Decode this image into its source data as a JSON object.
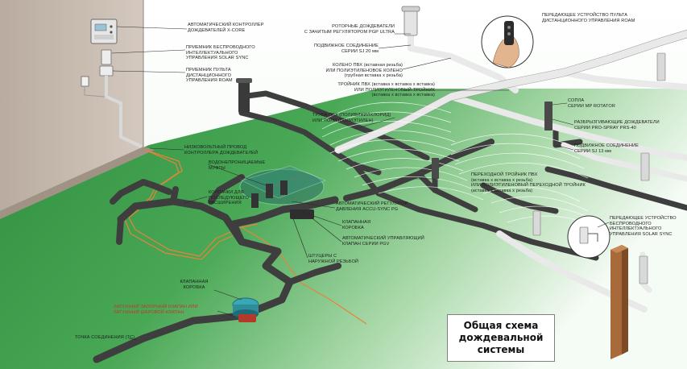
{
  "title": {
    "lines": [
      "Общая схема",
      "дождевальной",
      "системы"
    ]
  },
  "labels": {
    "controller": [
      "АВТОМАТИЧЕСКИЙ КОНТРОЛЛЕР",
      "ДОЖДЕВАТЕЛЕЙ X-CORE"
    ],
    "wireless_receiver": [
      "ПРИЕМНИК БЕСПРОВОДНОГО",
      "ИНТЕЛЛЕКТУАЛЬНОГО",
      "УПРАВЛЕНИЯ SOLAR SYNC"
    ],
    "remote_receiver": [
      "ПРИЕМНИК ПУЛЬТА",
      "ДИСТАНЦИОННОГО",
      "УПРАВЛЕНИЯ ROAM"
    ],
    "rotor": [
      "РОТОРНЫЕ ДОЖДЕВАТЕЛИ",
      "С ЗАЧИТЫМ РЕГУЛЯТОРОМ PGP ULTRA"
    ],
    "flex_connection_top": [
      "ПОДВИЖНОЕ СОЕДИНЕНИЕ",
      "СЕРИИ SJ 20 мм"
    ],
    "elbow": [
      "КОЛЕНО ПВХ (вставная резьба)",
      "ИЛИ ПОЛИЭТИЛЕНОВОЕ КОЛЕНО",
      "(трубная вставка х резьба)"
    ],
    "tee_top": [
      "ТРОЙНИК ПВХ (вставка х вставка х вставка)",
      "ИЛИ ПОЛИЭТИЛЕНОВЫЙ ТРОЙНИК",
      "(вставка х вставка х вставка)"
    ],
    "remote_transmitter": [
      "ПЕРЕДАЮЩЕЕ УСТРОЙСТВО ПУЛЬТА",
      "ДИСТАНЦИОННОГО УПРАВЛЕНИЯ ROAM"
    ],
    "pipe": [
      "ТРУБА ПВХ (ПОЛИВИНИЛХЛОРИД)",
      "ИЛИ ПОЛИ (ПОЛИЭТИЛЕН)"
    ],
    "nozzle": [
      "СОПЛА",
      "СЕРИИ MP ROTATOR"
    ],
    "spray": [
      "РАЗБРЫЗГИВАЮЩИЕ ДОЖДЕВАТЕЛИ",
      "СЕРИИ PRO-SPRAY PRS-40"
    ],
    "flex_connection_right": [
      "ПОДВИЖНОЕ СОЕДИНЕНИЕ",
      "СЕРИИ SJ 13 мм"
    ],
    "low_voltage_wire": [
      "НИЗКОВОЛЬТНЫЙ ПРОВОД",
      "КОНТРОЛЛЕРА ДОЖДЕВАТЕЛЕЙ"
    ],
    "waterproof_connectors": [
      "ВОДОНЕПРОНИЦАЕМЫЕ",
      "МУФТЫ"
    ],
    "caps": [
      "КОЛПАЧКИ ДЛЯ",
      "ПОСЛЕДУЮЩЕГО",
      "РАСШИРЕНИЯ"
    ],
    "transition_tee": [
      "ПЕРЕХОДНОЙ ТРОЙНИК ПВХ",
      "(вставка х вставка х резьба)",
      "ИЛИ ПОЛИЭТИЛЕНОВЫЙ ПЕРЕХОДНОЙ ТРОЙНИК",
      "(вставка х вставка х резьба)"
    ],
    "pressure_regulator": [
      "АВТОМАТИЧЕСКИЙ РЕГУЛЯТОР",
      "ДАВЛЕНИЯ ACCU-SYNC PG"
    ],
    "valve_box_mid": [
      "КЛАПАННАЯ",
      "КОРОБКА"
    ],
    "auto_valve": [
      "АВТОМАТИЧЕСКИЙ УПРАВЛЯЮЩИЙ",
      "КЛАПАН СЕРИИ PGV"
    ],
    "fittings": [
      "ШТУЦЕРЫ С",
      "НАРУЖНОЙ РЕЗЬБОЙ"
    ],
    "wireless_transmitter": [
      "ПЕРЕДАЮЩЕЕ УСТРОЙСТВО",
      "БЕСПРОВОДНОГО",
      "ИНТЕЛЛЕКТУАЛЬНОГО",
      "УПРАВЛЕНИЯ SOLAR SYNC"
    ],
    "valve_box_bottom": [
      "КЛАПАННАЯ",
      "КОРОБКА"
    ],
    "ball_valve": [
      "ЛАТУННЫЙ ЗАПОРНЫЙ КЛАПАН ИЛИ",
      "ЛАТУННЫЙ ШАРОВОЙ КЛАПАН"
    ],
    "connection_point": [
      "ТОЧКА СОЕДИНЕНИЯ (ТС)"
    ]
  },
  "colors": {
    "ground_green": "#3f9f4d",
    "pipe_dark": "#3e3e3e",
    "pipe_white": "#e9e9e9",
    "wire_orange": "#e8823a",
    "house_wall": "#c9bdb2",
    "leader_line": "#2a2a2a"
  }
}
